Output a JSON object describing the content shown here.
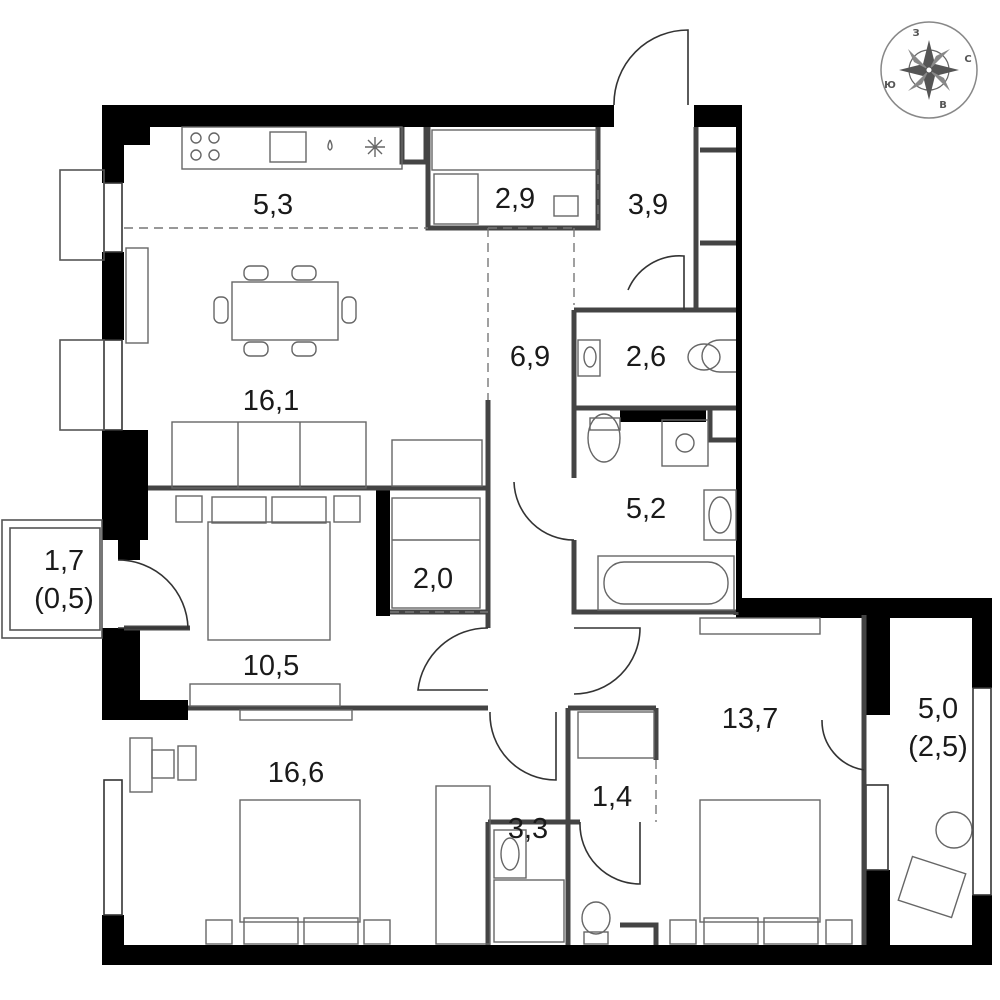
{
  "compass": {
    "letters": {
      "north": "С",
      "south": "Ю",
      "west": "З",
      "east": "В"
    }
  },
  "rooms": {
    "kitchen": "5,3",
    "wardrobe_top": "2,9",
    "entry": "3,9",
    "living": "16,1",
    "hall": "6,9",
    "wc": "2,6",
    "bathroom": "5,2",
    "wardrobe_mid": "2,0",
    "loggia_left_area": "1,7",
    "loggia_left_coef": "(0,5)",
    "bedroom_small": "10,5",
    "bedroom_right": "13,7",
    "loggia_right_area": "5,0",
    "loggia_right_coef": "(2,5)",
    "bedroom_large": "16,6",
    "closet": "1,4",
    "shower_room": "3,3"
  }
}
